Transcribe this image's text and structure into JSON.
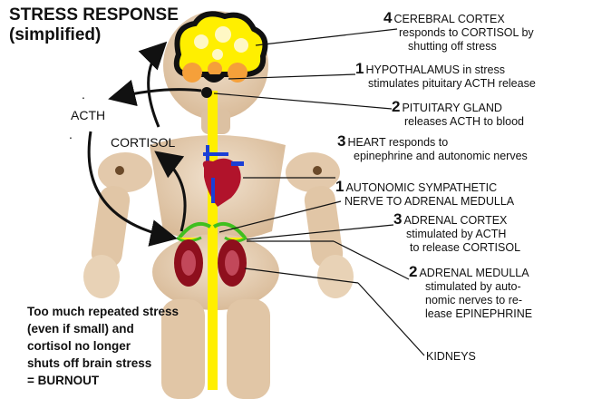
{
  "title": {
    "line1": "STRESS RESPONSE",
    "line2": "(simplified)"
  },
  "side_labels": {
    "acth": "ACTH",
    "cortisol": "CORTISOL"
  },
  "annotations": [
    {
      "num": "4",
      "line1": "CEREBRAL CORTEX",
      "line2": "responds to CORTISOL by",
      "line3": "shutting off stress"
    },
    {
      "num": "1",
      "line1": "HYPOTHALAMUS in stress",
      "line2": "stimulates pituitary ACTH release"
    },
    {
      "num": "2",
      "line1": "PITUITARY GLAND",
      "line2": "releases ACTH to blood"
    },
    {
      "num": "3",
      "line1": "HEART responds to",
      "line2": "epinephrine and autonomic nerves"
    },
    {
      "num": "1",
      "line1": "AUTONOMIC SYMPATHETIC",
      "line2": "NERVE TO ADRENAL MEDULLA"
    },
    {
      "num": "3",
      "line1": "ADRENAL CORTEX",
      "line2": "stimulated by ACTH",
      "line3": "to release CORTISOL"
    },
    {
      "num": "2",
      "line1": "ADRENAL MEDULLA",
      "line2": "stimulated by auto-",
      "line3": "nomic nerves to re-",
      "line4": "lease EPINEPHRINE"
    },
    {
      "line1": "KIDNEYS"
    }
  ],
  "burnout": {
    "line1": "Too much repeated stress",
    "line2": "(even if small) and",
    "line3": "cortisol no longer",
    "line4": "shuts off brain stress",
    "line5": "= BURNOUT"
  },
  "colors": {
    "spine": "#ffef00",
    "brain_outline": "#111111",
    "heart": "#b1132b",
    "kidney": "#8e0f1d",
    "adrenal_cortex": "#3fbf1f",
    "hypothalamus": "#f5a03a",
    "nerve_blue": "#1a3fd6",
    "mannequin": "#e6cfb6"
  }
}
